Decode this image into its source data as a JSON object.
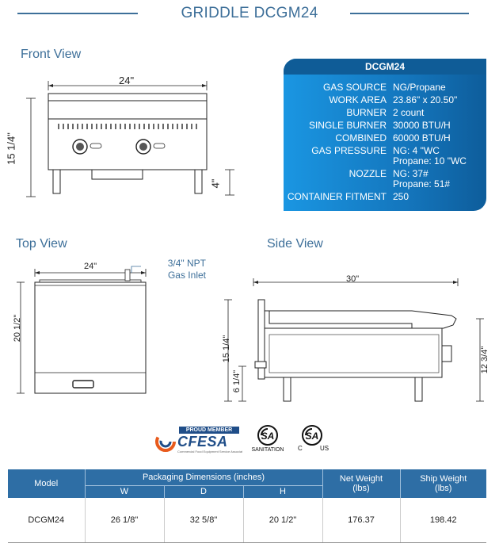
{
  "header": {
    "title": "GRIDDLE DCGM24"
  },
  "sections": {
    "front": "Front View",
    "top": "Top View",
    "side": "Side View"
  },
  "front_view": {
    "width": "24\"",
    "height": "15 1/4\"",
    "leg": "4\""
  },
  "top_view": {
    "width": "24\"",
    "depth": "20 1/2\"",
    "gas_inlet": "3/4\" NPT\nGas Inlet"
  },
  "side_view": {
    "depth": "30\"",
    "height": "15 1/4\"",
    "rear_height": "12 3/4\"",
    "leg": "6 1/4\""
  },
  "spec_box": {
    "model": "DCGM24",
    "rows": [
      {
        "key": "GAS SOURCE",
        "value": "NG/Propane"
      },
      {
        "key": "WORK AREA",
        "value": "23.86\" x 20.50\""
      },
      {
        "key": "BURNER",
        "value": "2 count"
      },
      {
        "key": "SINGLE BURNER",
        "value": "30000 BTU/H"
      },
      {
        "key": "COMBINED",
        "value": "60000 BTU/H"
      },
      {
        "key": "GAS PRESSURE",
        "value": "NG: 4 \"WC\nPropane: 10 \"WC"
      },
      {
        "key": "NOZZLE",
        "value": "NG: 37#\nPropane: 51#"
      },
      {
        "key": "CONTAINER FITMENT",
        "value": "250"
      }
    ]
  },
  "certifications": {
    "cfesa_top": "PROUD MEMBER",
    "cfesa_name": "CFESA",
    "cfesa_sub": "Commercial Food Equipment Service Association",
    "nsf_label": "SANITATION",
    "csa_c": "C",
    "csa_us": "US"
  },
  "table": {
    "headers": {
      "model": "Model",
      "packaging": "Packaging Dimensions (inches)",
      "w": "W",
      "d": "D",
      "h": "H",
      "net": "Net Weight\n(lbs)",
      "ship": "Ship Weight\n(lbs)"
    },
    "row": {
      "model": "DCGM24",
      "w": "26 1/8\"",
      "d": "32 5/8\"",
      "h": "20 1/2\"",
      "net": "176.37",
      "ship": "198.42"
    }
  },
  "colors": {
    "accent": "#3d6f99",
    "spec_blue": "#1476bd",
    "table_header": "#2e6ea5"
  }
}
